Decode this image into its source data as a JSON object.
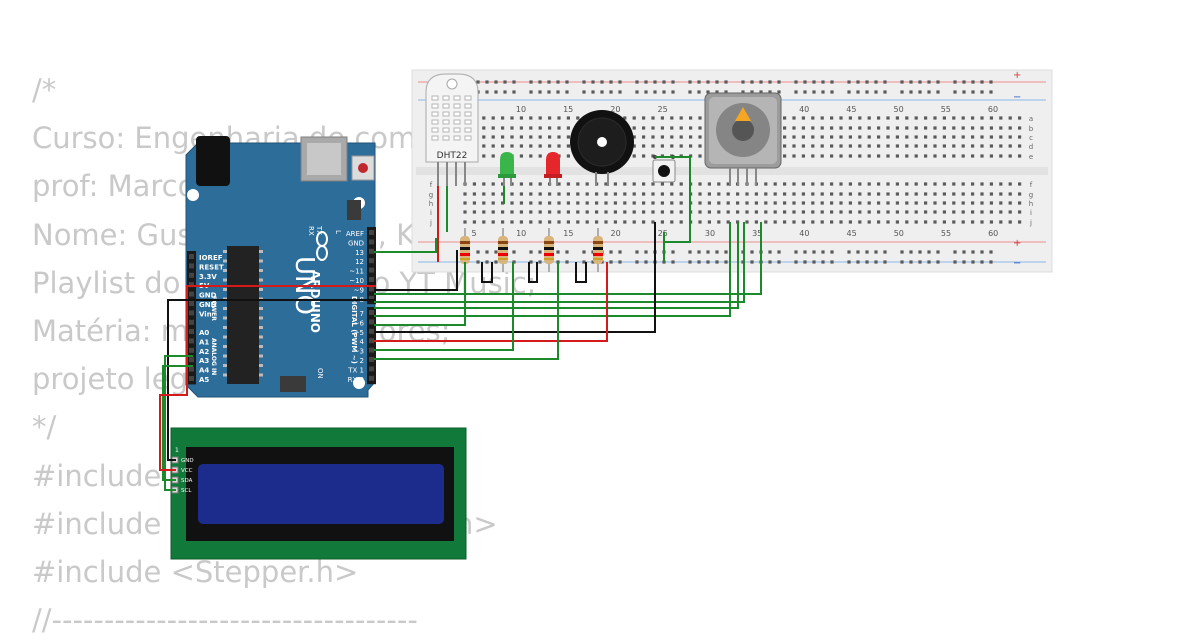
{
  "code_lines": [
    "/*",
    "Curso: Engenharia de computação;",
    "prof: Marcos;",
    "Nome: Gustavo Bezerra, Kessia, Jean; projeto: Rádio",
    "Playlist do repositório do YT Music;",
    "Matéria: microcontroladores;",
    "projeto legal",
    "*/",
    "#include <DHT.h>",
    "#include <LiquidCrystal_I2C.h>",
    "#include <Stepper.h>",
    "//-----------------------------------"
  ],
  "breadboard": {
    "column_labels_top": [
      "10",
      "15",
      "20",
      "25",
      "30",
      "35",
      "40",
      "45",
      "50",
      "55",
      "60"
    ],
    "column_labels_bottom": [
      "5",
      "10",
      "15",
      "20",
      "25",
      "30",
      "35",
      "40",
      "45",
      "50",
      "55",
      "60"
    ],
    "row_labels_top": [
      "a",
      "b",
      "c",
      "d",
      "e"
    ],
    "row_labels_bottom": [
      "f",
      "g",
      "h",
      "i",
      "j"
    ],
    "rail_plus": "+",
    "rail_minus": "−"
  },
  "dht22": {
    "label": "DHT22"
  },
  "arduino": {
    "brand": "ARDUINO",
    "model": "UNO",
    "on_label": "ON",
    "l_label": "L",
    "tx_label": "TX",
    "rx_label": "RX",
    "digital_label": "DIGITAL (PWM ~)",
    "power_label": "POWER",
    "analog_label": "ANALOG IN",
    "power_pins": [
      "IOREF",
      "RESET",
      "3.3V",
      "5V",
      "GND",
      "GND",
      "Vin"
    ],
    "analog_pins": [
      "A0",
      "A1",
      "A2",
      "A3",
      "A4",
      "A5"
    ],
    "digital_pins_top": [
      "AREF",
      "GND",
      "13",
      "12",
      "~11",
      "~10",
      "~9",
      "8"
    ],
    "digital_pins_bottom": [
      "7",
      "~6",
      "~5",
      "4",
      "~3",
      "2",
      "TX 1",
      "RX 0"
    ]
  },
  "lcd": {
    "pin_labels": [
      "GND",
      "VCC",
      "SDA",
      "SCL"
    ],
    "pin_one": "1"
  },
  "colors": {
    "wire_green": "#1c8a2a",
    "wire_red": "#d51a1a",
    "wire_black": "#111111",
    "arduino_board": "#2d6d9a",
    "lcd_board": "#117a3a",
    "lcd_screen": "#1c2c8c",
    "breadboard": "#efefef"
  }
}
